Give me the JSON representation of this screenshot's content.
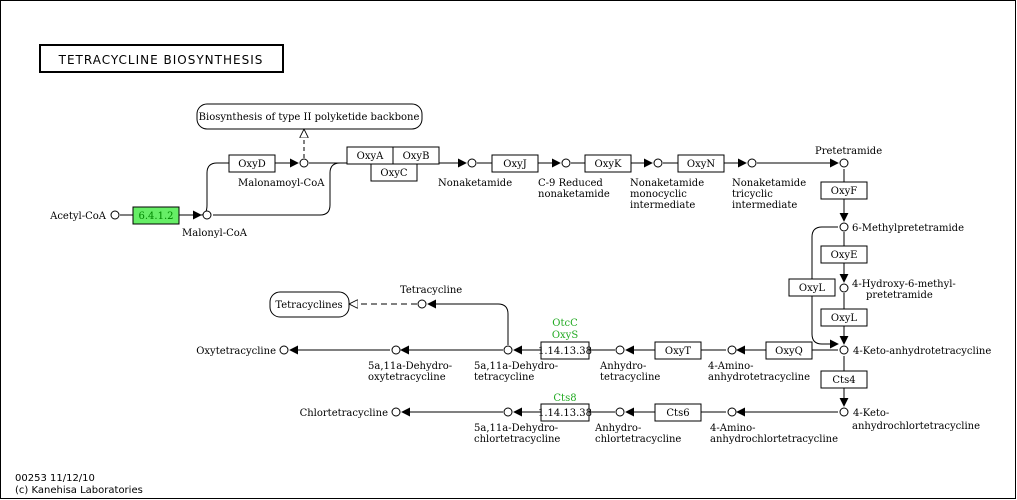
{
  "title": "TETRACYCLINE BIOSYNTHESIS",
  "map_refs": {
    "polyketide": "Biosynthesis of type II polyketide backbone",
    "tetracyclines": "Tetracyclines"
  },
  "compounds": {
    "acetyl_coa": "Acetyl-CoA",
    "malonyl_coa": "Malonyl-CoA",
    "malonamoyl_coa": "Malonamoyl-CoA",
    "nonaketamide": "Nonaketamide",
    "c9_reduced": [
      "C-9 Reduced",
      "nonaketamide"
    ],
    "monocyclic": [
      "Nonaketamide",
      "monocyclic",
      "intermediate"
    ],
    "tricyclic": [
      "Nonaketamide",
      "tricyclic",
      "intermediate"
    ],
    "pretetramide": "Pretetramide",
    "methylpretetramide": "6-Methylpretetramide",
    "hydroxy_methyl": [
      "4-Hydroxy-6-methyl-",
      "pretetramide"
    ],
    "keto_anhydro": "4-Keto-anhydrotetracycline",
    "keto_anhydrochlor": [
      "4-Keto-",
      "anhydrochlortetracycline"
    ],
    "amino_anhydro": [
      "4-Amino-",
      "anhydrotetracycline"
    ],
    "anhydro_tetra": [
      "Anhydro-",
      "tetracycline"
    ],
    "dehydro_tetra": [
      "5a,11a-Dehydro-",
      "tetracycline"
    ],
    "dehydro_oxy": [
      "5a,11a-Dehydro-",
      "oxytetracycline"
    ],
    "oxytetracycline": "Oxytetracycline",
    "tetracycline": "Tetracycline",
    "amino_anhydrochlor": [
      "4-Amino-",
      "anhydrochlortetracycline"
    ],
    "anhydro_chlor": [
      "Anhydro-",
      "chlortetracycline"
    ],
    "dehydro_chlor": [
      "5a,11a-Dehydro-",
      "chlortetracycline"
    ],
    "chlortetracycline": "Chlortetracycline"
  },
  "enzymes": {
    "ec_6412": "6.4.1.2",
    "oxyD": "OxyD",
    "oxyA": "OxyA",
    "oxyB": "OxyB",
    "oxyC": "OxyC",
    "oxyJ": "OxyJ",
    "oxyK": "OxyK",
    "oxyN": "OxyN",
    "oxyF": "OxyF",
    "oxyE": "OxyE",
    "oxyL_right": "OxyL",
    "oxyL_left": "OxyL",
    "cts4": "Cts4",
    "oxyQ": "OxyQ",
    "oxyT": "OxyT",
    "ec_114_top": "1.14.13.38",
    "ec_114_bottom": "1.14.13.38",
    "cts6": "Cts6"
  },
  "gene_labels": {
    "otcC": "OtcC",
    "oxyS": "OxyS",
    "cts8": "Cts8"
  },
  "footer": {
    "map_id": "00253 11/12/10",
    "copyright": "(c) Kanehisa Laboratories"
  },
  "colors": {
    "highlight_fill": "#66ee66",
    "highlight_text": "#008800",
    "gene_green": "#22aa22",
    "line": "#000000"
  }
}
